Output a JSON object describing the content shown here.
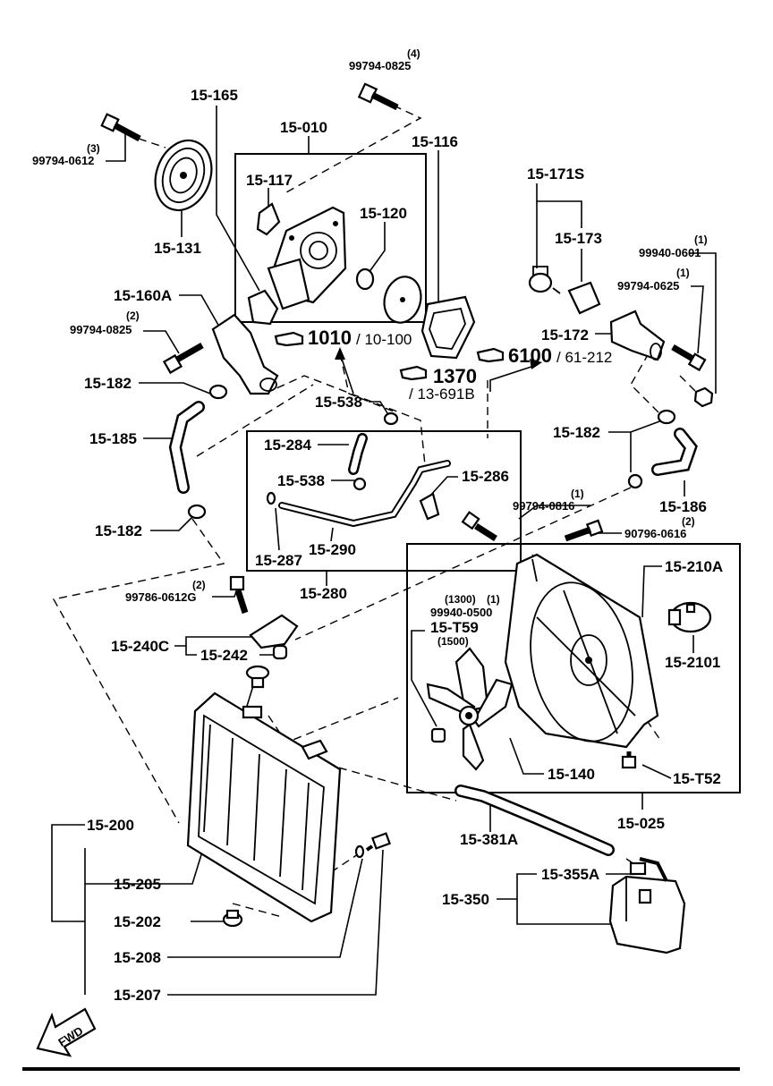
{
  "labels": {
    "p15_165": "15-165",
    "q4": "(4)",
    "bolt_99794_0825_top": "99794-0825",
    "p15_010": "15-010",
    "p15_116": "15-116",
    "q3": "(3)",
    "bolt_99794_0612": "99794-0612",
    "p15_117": "15-117",
    "p15_120": "15-120",
    "p15_131": "15-131",
    "p15_171s": "15-171S",
    "p15_173": "15-173",
    "q1_a": "(1)",
    "bolt_99940_0601": "99940-0601",
    "q1_b": "(1)",
    "bolt_99794_0625": "99794-0625",
    "p15_160a": "15-160A",
    "q2_a": "(2)",
    "bolt_99794_0825_left": "99794-0825",
    "ref_1010": "1010",
    "ref_1010_sub": "/ 10-100",
    "ref_6100": "6100",
    "ref_6100_sub": "/ 61-212",
    "p15_172": "15-172",
    "ref_1370": "1370",
    "ref_1370_sub": "/ 13-691B",
    "p15_182_a": "15-182",
    "p15_538_a": "15-538",
    "p15_182_b": "15-182",
    "p15_185": "15-185",
    "p15_284": "15-284",
    "p15_538_b": "15-538",
    "p15_286": "15-286",
    "p15_186": "15-186",
    "q1_c": "(1)",
    "bolt_99794_0816": "99794-0816",
    "q2_b": "(2)",
    "bolt_90796_0616": "90796-0616",
    "p15_182_c": "15-182",
    "p15_287": "15-287",
    "p15_290": "15-290",
    "p15_210a": "15-210A",
    "q2_c": "(2)",
    "bolt_99786_0612g": "99786-0612G",
    "p15_280": "15-280",
    "q1300": "(1300)",
    "q1_d": "(1)",
    "bolt_99940_0500": "99940-0500",
    "p15_t59": "15-T59",
    "q1500": "(1500)",
    "p15_240c": "15-240C",
    "p15_242": "15-242",
    "p15_2101": "15-2101",
    "p15_140": "15-140",
    "p15_t52": "15-T52",
    "p15_200": "15-200",
    "p15_025": "15-025",
    "p15_381a": "15-381A",
    "p15_205": "15-205",
    "p15_355a": "15-355A",
    "p15_350": "15-350",
    "p15_202": "15-202",
    "p15_208": "15-208",
    "p15_207": "15-207",
    "fwd": "FWD"
  }
}
